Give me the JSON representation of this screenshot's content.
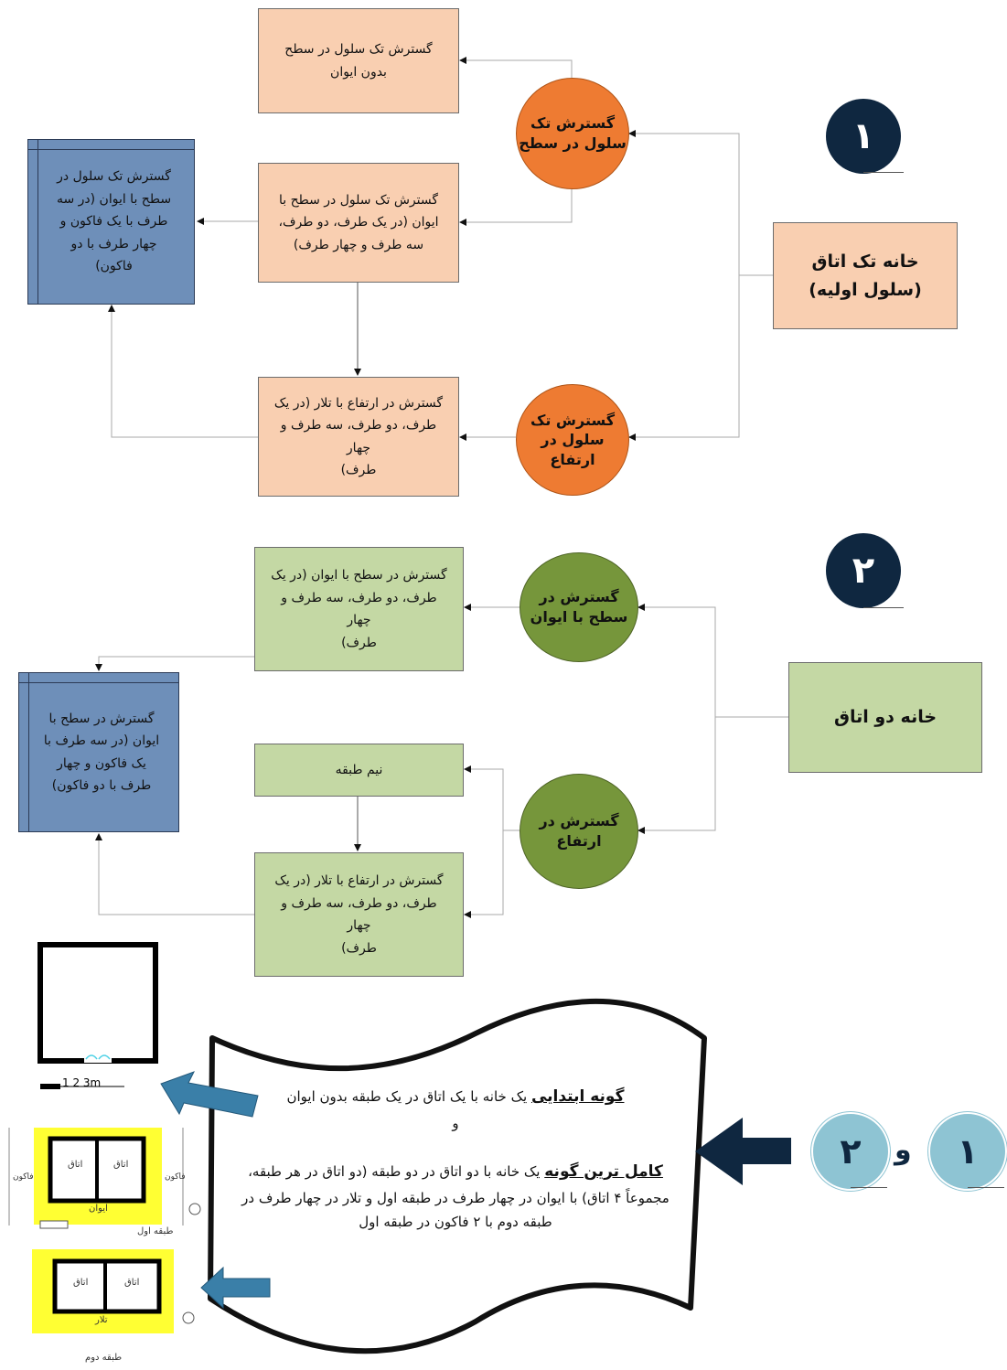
{
  "section1": {
    "number": "۱",
    "main_box": "خانه تک اتاق\n(سلول اولیه)",
    "circle_plane": "گسترش تک\nسلول در سطح",
    "circle_height": "گسترش تک\nسلول در\nارتفاع",
    "box_no_porch": "گسترش تک سلول در سطح\nبدون ایوان",
    "box_with_porch": "گسترش تک سلول در سطح با\nایوان (در یک طرف، دو طرف،\nسه طرف و چهار طرف)",
    "box_height_talar": "گسترش در ارتفاع با تلار (در یک\nطرف، دو طرف، سه طرف و چهار\nطرف)",
    "blue_box": "گسترش تک سلول در\nسطح با ایوان (در سه\nطرف با یک فاکون و\nچهار طرف با دو\nفاکون)"
  },
  "section2": {
    "number": "۲",
    "main_box": "خانه دو اتاق",
    "circle_plane": "گسترش در\nسطح با ایوان",
    "circle_height": "گسترش در\nارتفاع",
    "box_plane_porch": "گسترش در سطح با ایوان (در یک\nطرف، دو طرف، سه طرف و چهار\nطرف)",
    "box_half_floor": "نیم طبقه",
    "box_height_talar": "گسترش در ارتفاع با تلار (در یک\nطرف، دو طرف، سه طرف و چهار\nطرف)",
    "blue_box": "گسترش در سطح با\nایوان (در سه طرف با\nیک فاکون و چهار\nطرف با دو فاکون)"
  },
  "summary": {
    "num_left": "۲",
    "conj": "و",
    "num_right": "۱",
    "basic_title": "گونه ابتدایی",
    "basic_text": " یک خانه با یک اتاق در یک طبقه بدون ایوان",
    "and_word": "و",
    "complete_title": "کامل ترین گونه",
    "complete_text": " یک خانه با دو اتاق در دو طبقه (دو اتاق در هر طبقه، مجموعاً ۴ اتاق) با ایوان در چهار طرف در طبقه اول و  تلار در چهار طرف در طبقه دوم با ۲ فاکون در طبقه اول"
  },
  "plans": {
    "scale_text": "1  2  3m",
    "room_label": "اتاق",
    "porch_label": "ایوان",
    "talar_label": "تلار",
    "fakun_label": "فاکون",
    "floor1_caption": "طبقه اول",
    "floor2_caption": "طبقه دوم"
  },
  "colors": {
    "peach": "#f9cfb1",
    "green": "#c4d8a4",
    "blue": "#6e8fb9",
    "orange": "#ee7b32",
    "olive": "#76963b",
    "navy": "#0f2740",
    "light_blue": "#8ec4d3",
    "arrow_blue": "#3a7fa8",
    "yellow": "#ffff33"
  }
}
